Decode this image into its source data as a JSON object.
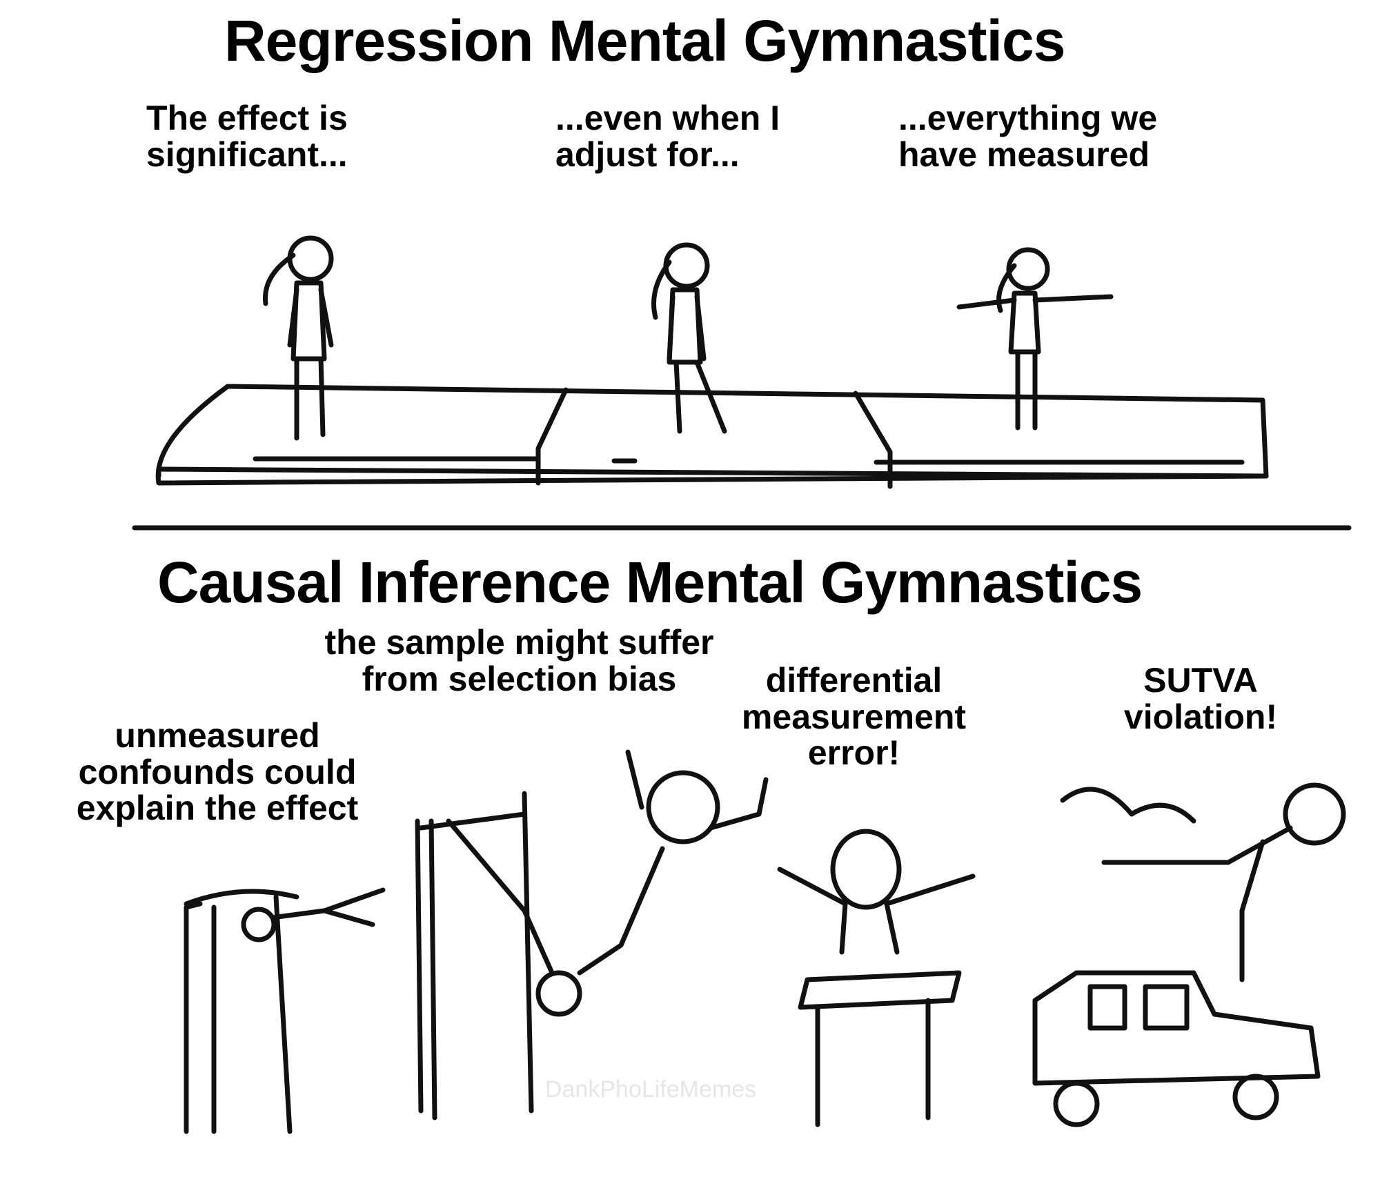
{
  "top_panel": {
    "title": "Regression Mental Gymnastics",
    "captions": [
      {
        "line1": "The effect is",
        "line2": "significant..."
      },
      {
        "line1": "...even when I",
        "line2": "adjust for..."
      },
      {
        "line1": "...everything we",
        "line2": "have measured"
      }
    ]
  },
  "bottom_panel": {
    "title": "Causal Inference Mental Gymnastics",
    "captions": [
      {
        "lines": [
          "unmeasured",
          "confounds could",
          "explain the effect"
        ]
      },
      {
        "lines": [
          "the sample might suffer",
          "from selection bias"
        ]
      },
      {
        "lines": [
          "differential",
          "measurement",
          "error!"
        ]
      },
      {
        "lines": [
          "SUTVA",
          "violation!"
        ]
      }
    ]
  },
  "watermark": "DankPhoLifeMemes"
}
